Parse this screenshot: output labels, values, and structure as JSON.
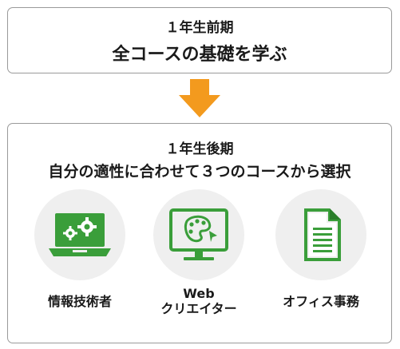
{
  "first_year": {
    "period": "１年生前期",
    "headline": "全コースの基礎を学ぶ"
  },
  "second_year": {
    "period": "１年生後期",
    "headline": "自分の適性に合わせて３つのコースから選択"
  },
  "courses": [
    {
      "label": "情報技術者",
      "icon": "laptop-gears-icon"
    },
    {
      "label_line1": "Web",
      "label_line2": "クリエイター",
      "icon": "monitor-palette-icon"
    },
    {
      "label": "オフィス事務",
      "icon": "document-icon"
    }
  ],
  "colors": {
    "accent_green": "#3a9e3a",
    "arrow_orange": "#f39a1e",
    "circle_gray": "#efefef",
    "border_gray": "#9a9a9a"
  }
}
